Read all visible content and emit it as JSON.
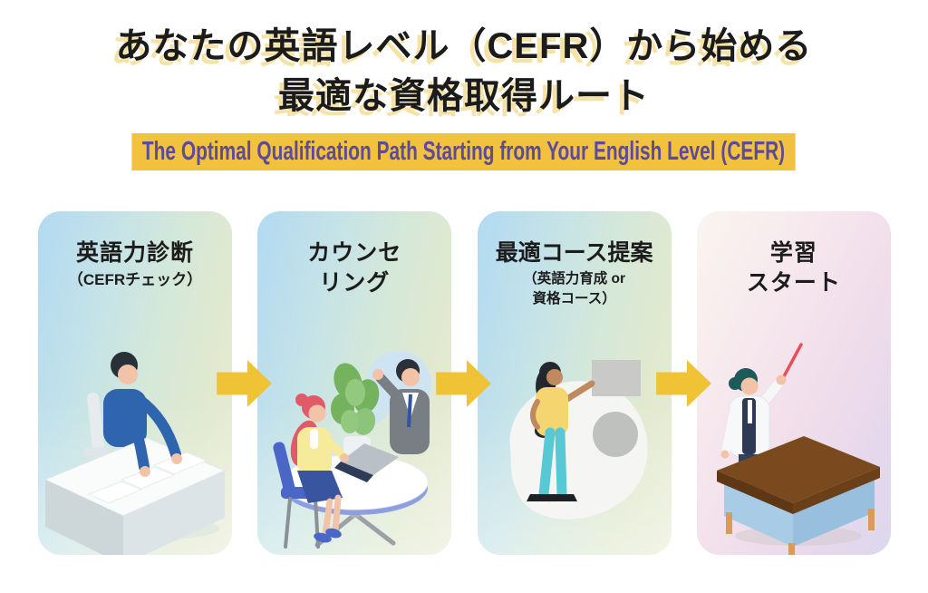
{
  "page": {
    "background_color": "#ffffff",
    "kind": "infographic-flow-diagram"
  },
  "header": {
    "title_line1": "あなたの英語レベル（CEFR）から始める",
    "title_line2": "最適な資格取得ルート",
    "title_color": "#1b1b1b",
    "title_highlight_color": "#f6e2a4",
    "subtitle": "The Optimal Qualification Path Starting from Your English Level (CEFR)",
    "subtitle_color": "#5b4a9e",
    "subtitle_highlight_color": "#f2c13d"
  },
  "flow": {
    "arrow_icon": "right-block-arrow",
    "arrow_color": "#f0c235",
    "steps": [
      {
        "title_lines": [
          "英語力診断"
        ],
        "subtitle_lines": [
          "（CEFRチェック）"
        ],
        "illustration": "person-reviewing-papers-at-desk",
        "card_gradient": [
          "#b2daf2",
          "#d5e8d9",
          "#eaedd6"
        ]
      },
      {
        "title_lines": [
          "カウンセ",
          "リング"
        ],
        "subtitle_lines": [],
        "illustration": "counseling-meeting-at-round-table",
        "card_gradient": [
          "#b2daf2",
          "#d5e8d9",
          "#eaedd6"
        ]
      },
      {
        "title_lines": [
          "最適コース提案"
        ],
        "subtitle_lines": [
          "（英語力育成 or",
          "資格コース）"
        ],
        "illustration": "woman-pointing-at-course-options",
        "card_gradient": [
          "#b2daf2",
          "#d5e8d9",
          "#eaedd6"
        ]
      },
      {
        "title_lines": [
          "学習",
          "スタート"
        ],
        "subtitle_lines": [],
        "illustration": "teacher-with-pointer-at-podium",
        "card_gradient": [
          "#faf5ef",
          "#f0ddea",
          "#dcd7ee"
        ]
      }
    ]
  }
}
